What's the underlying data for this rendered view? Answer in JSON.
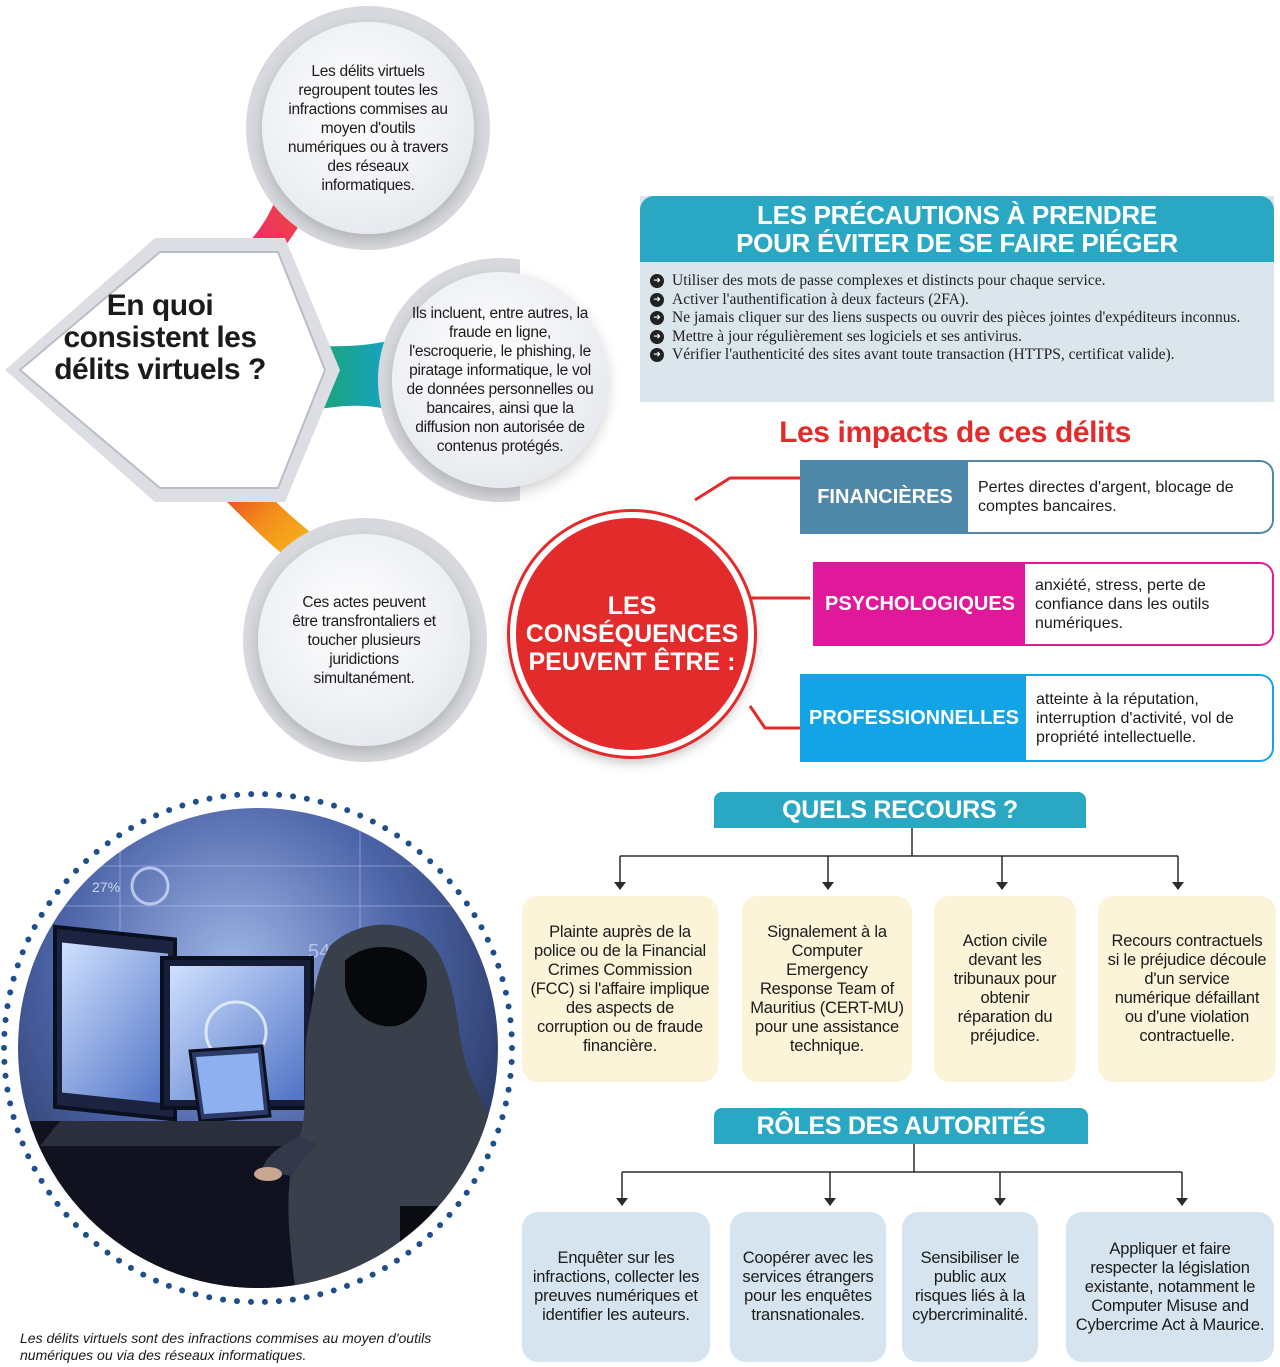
{
  "intro": {
    "title": "En quoi consistent les délits virtuels ?",
    "bubble_1": "Les délits virtuels regroupent toutes les infractions commises au moyen d'outils numériques ou à travers des réseaux informatiques.",
    "bubble_2": "Ils incluent, entre autres, la fraude en ligne, l'escroquerie, le phishing, le piratage informatique, le vol de données personnelles ou bancaires, ainsi que la diffusion non autorisée de contenus protégés.",
    "bubble_3": "Ces actes peuvent être transfrontaliers et toucher plusieurs juridictions simultanément."
  },
  "precautions": {
    "title_line1": "LES PRÉCAUTIONS À PRENDRE",
    "title_line2": "POUR ÉVITER DE SE FAIRE PIÉGER",
    "items": [
      "Utiliser des mots de passe complexes et distincts pour chaque service.",
      "Activer l'authentification à deux facteurs (2FA).",
      "Ne jamais cliquer sur des liens suspects ou ouvrir des pièces jointes d'expéditeurs inconnus.",
      "Mettre à jour régulièrement ses logiciels et ses antivirus.",
      "Vérifier l'authenticité des sites avant toute transaction (HTTPS, certificat valide)."
    ]
  },
  "impacts": {
    "title": "Les impacts de ces délits",
    "circle_line1": "LES",
    "circle_line2": "CONSÉQUENCES",
    "circle_line3": "PEUVENT ÊTRE :",
    "items": [
      {
        "label": "FINANCIÈRES",
        "desc": "Pertes directes d'argent, blocage de comptes bancaires.",
        "color": "#4e87a8"
      },
      {
        "label": "PSYCHOLOGIQUES",
        "desc": "anxiété, stress, perte de confiance dans les outils numériques.",
        "color": "#e0199a"
      },
      {
        "label": "PROFESSIONNELLES",
        "desc": "atteinte à la réputation, interruption d'activité, vol de propriété intellectuelle.",
        "color": "#12a4e4"
      }
    ]
  },
  "recours": {
    "title": "QUELS RECOURS ?",
    "items": [
      "Plainte auprès de la police ou de la Financial Crimes Commission (FCC) si l'affaire implique des aspects de corruption ou de fraude financière.",
      "Signalement à la Computer Emergency Response Team of Mauritius (CERT-MU) pour une assistance technique.",
      "Action civile devant les tribunaux pour obtenir réparation du préjudice.",
      "Recours contractuels si le préjudice découle d'un service numérique défaillant ou d'une violation contractuelle."
    ]
  },
  "autorites": {
    "title": "RÔLES DES AUTORITÉS",
    "items": [
      "Enquêter sur les infractions, collecter les preuves numériques et identifier les auteurs.",
      "Coopérer avec les services étrangers pour les enquêtes transnationales.",
      "Sensibiliser le public aux risques liés à la cybercriminalité.",
      "Appliquer et faire respecter la législation existante, notamment le Computer Misuse and Cybercrime Act à Maurice."
    ]
  },
  "photo": {
    "screen_text_1": "27%",
    "screen_text_2": "54%"
  },
  "caption": "Les délits virtuels sont des infractions commises au moyen d'outils numériques ou via des réseaux informatiques.",
  "colors": {
    "teal": "#2aa7c3",
    "red": "#e32b2b",
    "magenta": "#e0199a",
    "steel": "#4e87a8",
    "sky": "#12a4e4"
  }
}
